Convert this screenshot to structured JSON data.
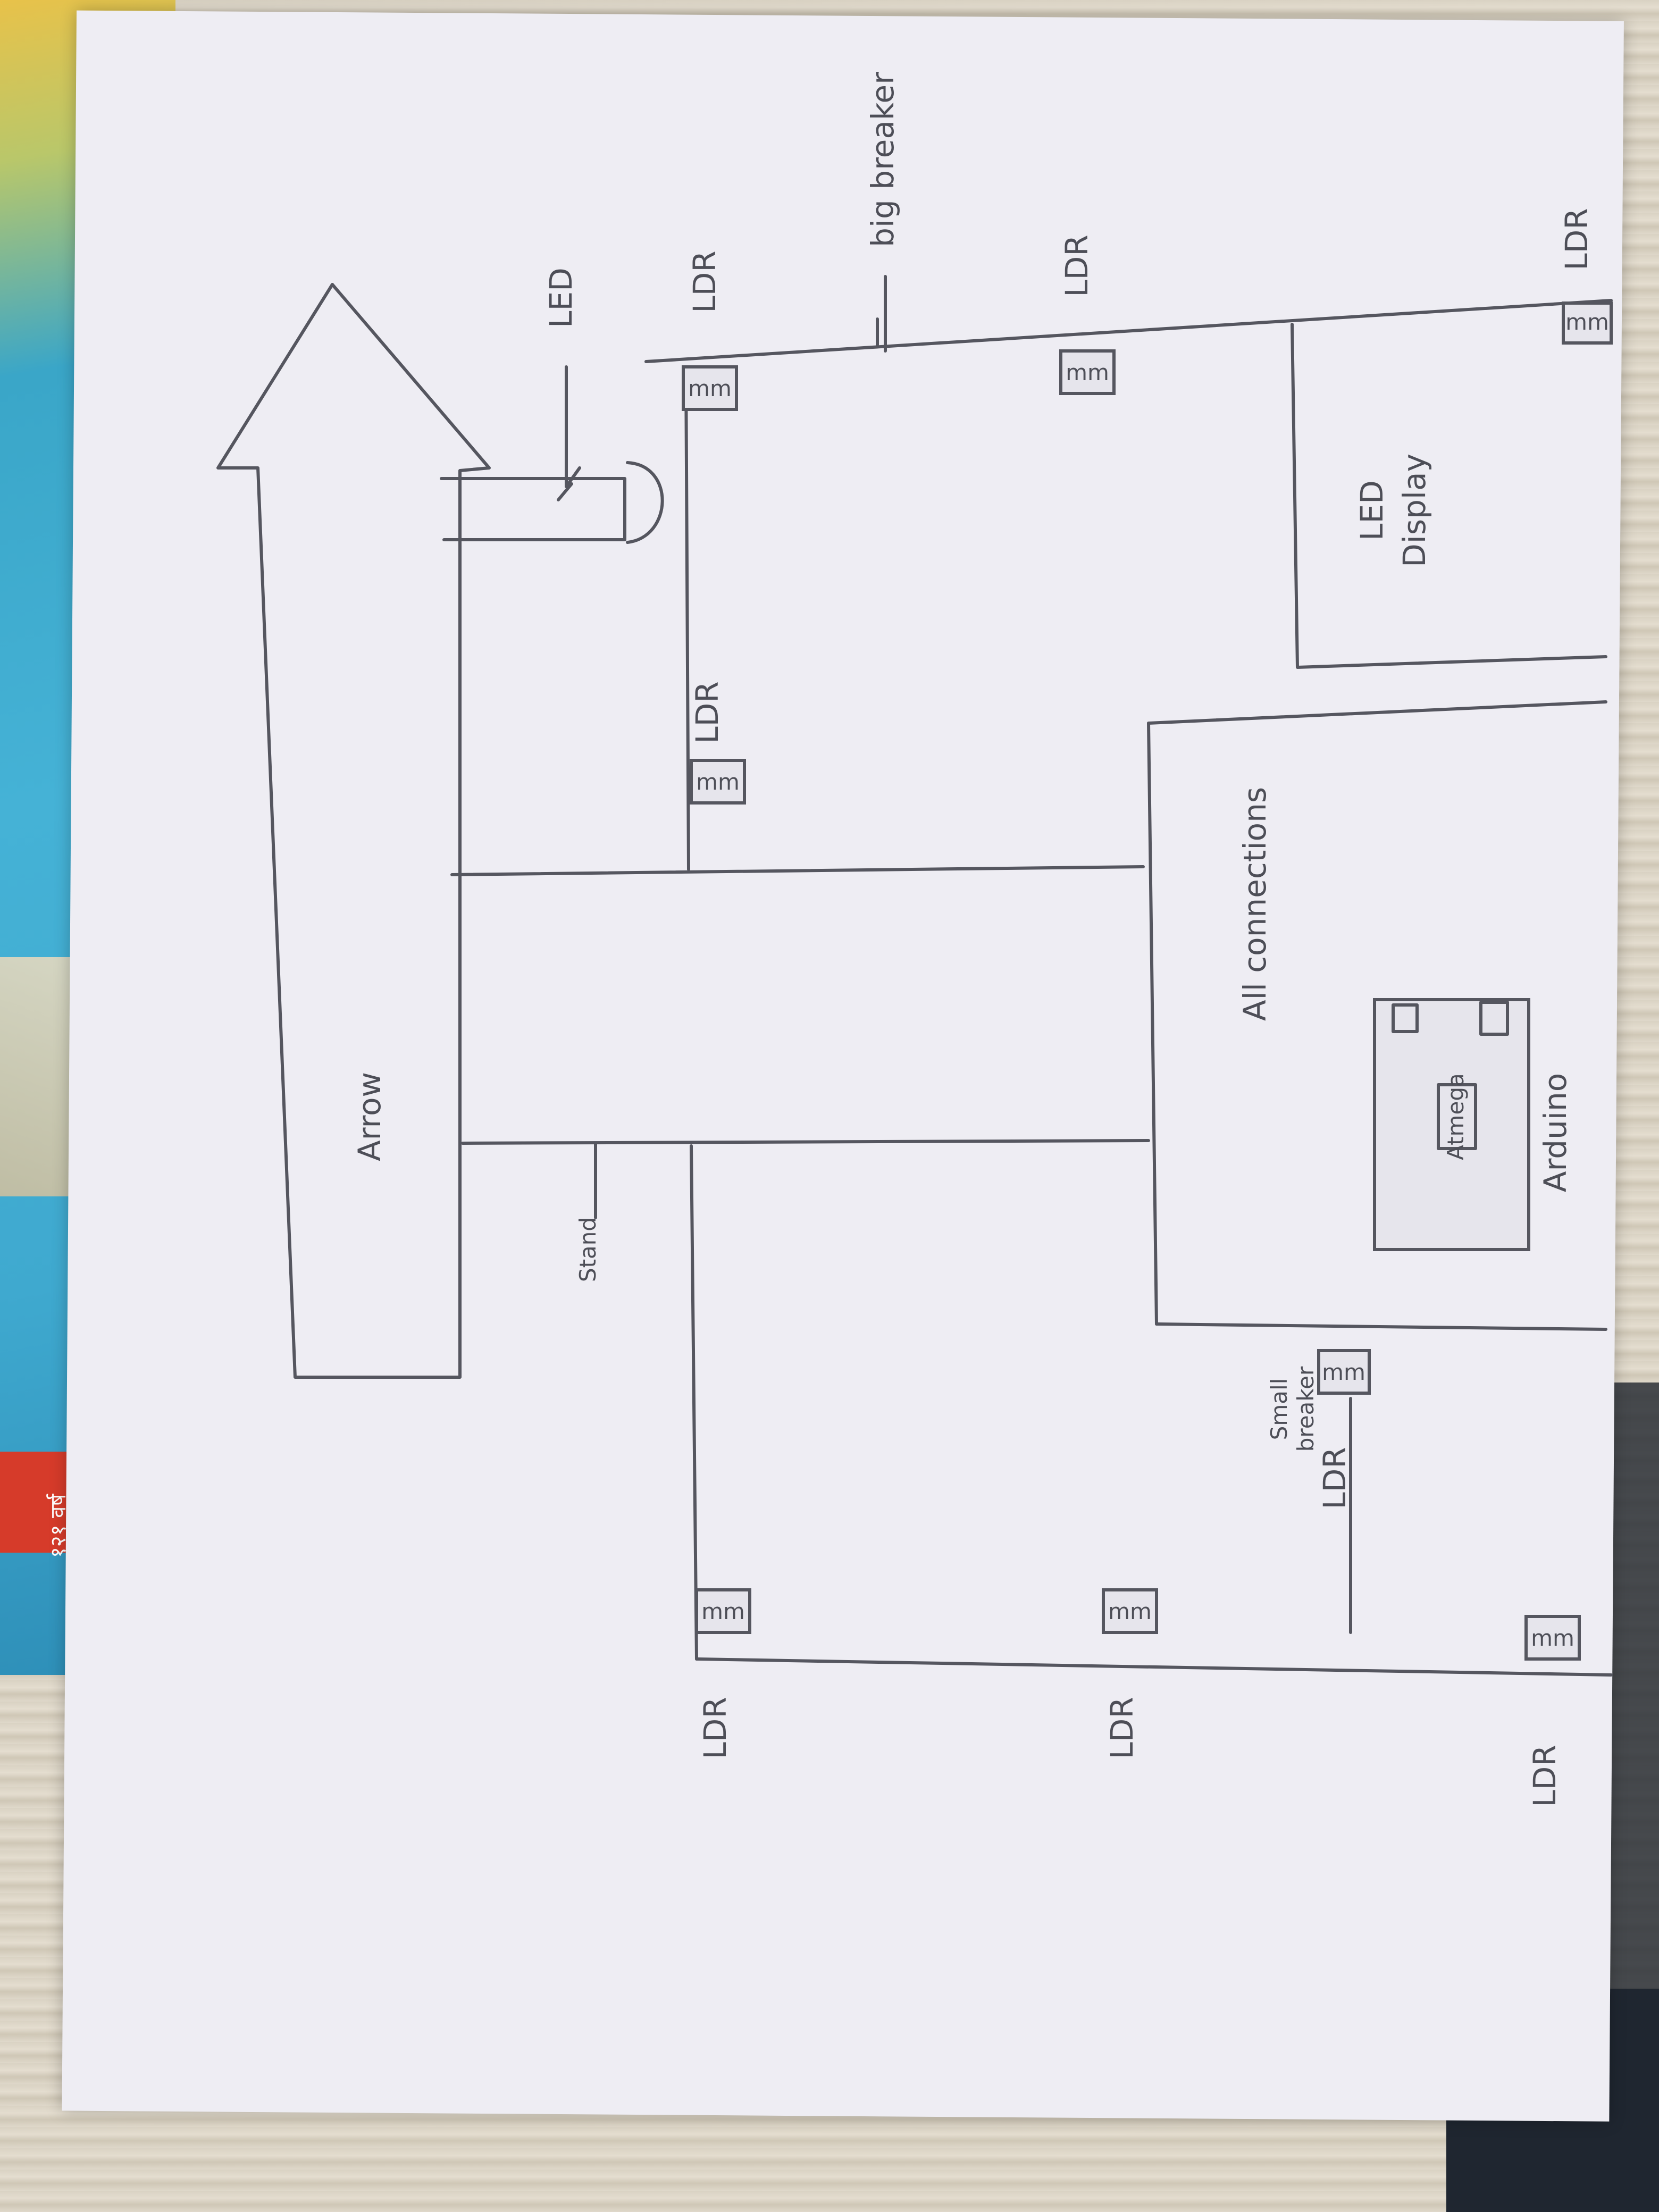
{
  "labels": {
    "arrow": "Arrow",
    "stand": "Stand",
    "led": "LED",
    "big_breaker": "big breaker",
    "led_display_line1": "LED",
    "led_display_line2": "Display",
    "all_connections": "All connections",
    "arduino": "Arduino",
    "arduino_chip": "Atmega",
    "small_breaker_line1": "Small",
    "small_breaker_line2": "breaker",
    "ldr_sensor_mark": "mm"
  },
  "ldr_labels": [
    "LDR",
    "LDR",
    "LDR",
    "LDR",
    "LDR",
    "LDR",
    "LDR",
    "LDR"
  ],
  "background": {
    "poster_text": "१२१ वर्ष"
  },
  "colors": {
    "paper": "#eeedf3",
    "ink": "#55565f",
    "poster_blue": "#3fa9cf",
    "label_red": "#d63b2a"
  }
}
